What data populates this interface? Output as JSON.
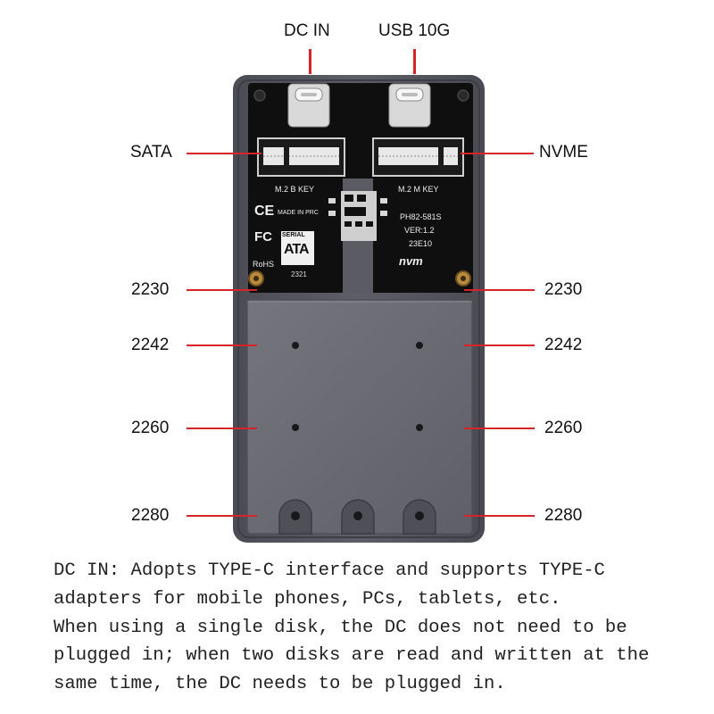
{
  "ports": {
    "dc_in": "DC IN",
    "usb": "USB 10G"
  },
  "slots": {
    "left": "SATA",
    "right": "NVME"
  },
  "lengths": [
    "2230",
    "2242",
    "2260",
    "2280"
  ],
  "board": {
    "left_key": "M.2 B KEY",
    "right_key": "M.2 M KEY",
    "made_in": "MADE IN PRC",
    "model": "PH82-581S",
    "version": "VER:1.2",
    "date": "23E10",
    "ce": "CE",
    "fc": "FC",
    "rohs": "RoHS",
    "serial_word": "SERIAL",
    "serial_mark": "ATA",
    "nvme_logo": "nvm",
    "board_num": "2321"
  },
  "description": [
    "DC IN: Adopts TYPE-C interface and supports TYPE-C",
    "adapters for mobile phones, PCs, tablets, etc.",
    "When using a single disk, the DC does not need to be",
    "plugged in; when two disks are read and written at the",
    "same time, the DC needs to be plugged in."
  ],
  "colors": {
    "accent": "#d6242a",
    "case": "#55555e",
    "tray": "#6a6a73",
    "pcb": "#111111"
  }
}
